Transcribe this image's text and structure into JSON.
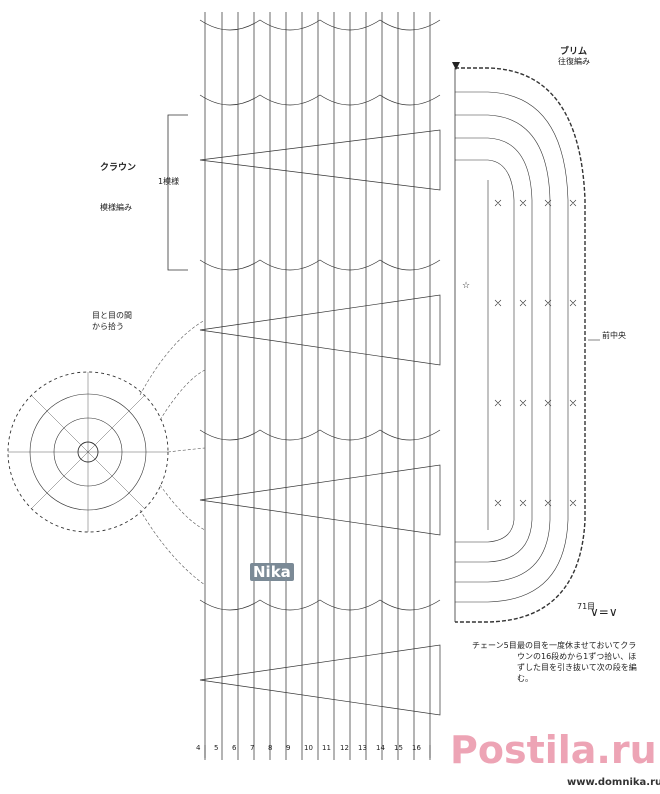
{
  "diagram": {
    "brim": {
      "title": "ブリム",
      "subtitle": "往復編み"
    },
    "crown": {
      "title": "クラウン",
      "subtitle": "模様編み"
    },
    "pattern_repeat_label": "1模様",
    "hole_note": [
      "目と目の間",
      "から拾う"
    ],
    "front_center_label": "前中央",
    "row_71_label": "71目",
    "legend_symbol": "∨=∨",
    "join_note": [
      "最の目を一度休ませておいてクラウンの16段めから1ずつ拾い、ほずした目を引き抜いて次の段を編む。"
    ],
    "chain_note": "チェーン5目",
    "row_numbers": [
      "4",
      "5",
      "6",
      "7",
      "8",
      "9",
      "10",
      "11",
      "12",
      "13",
      "14",
      "15",
      "16"
    ]
  },
  "watermarks": {
    "nika": "Nika",
    "postila": "Postila.ru",
    "url": "www.domnika.ru"
  }
}
